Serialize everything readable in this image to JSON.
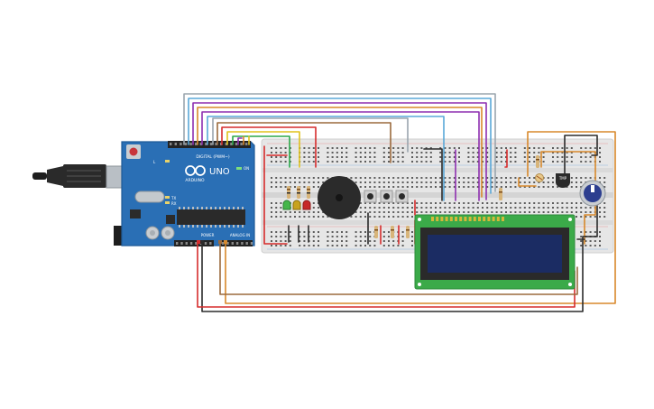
{
  "arduino": {
    "brand": "ARDUINO",
    "model": "UNO",
    "digital_header": "DIGITAL (PWM~)",
    "power_header": "POWER",
    "analog_header": "ANALOG IN",
    "on_label": "ON",
    "tx_label": "TX",
    "rx_label": "RX",
    "l_label": "L"
  },
  "sensor": {
    "label": "TMP"
  },
  "colors": {
    "board": "#2A6FB5",
    "breadboard": "#E9E9E9",
    "wire_red": "#D62C2C",
    "wire_black": "#2B2B2B",
    "wire_orange": "#D8892B",
    "wire_brown": "#9B6A3D",
    "wire_purple": "#8E2FB0",
    "wire_blue": "#5AA8D8",
    "wire_gray": "#9AA5AE",
    "wire_green": "#2BA84A",
    "wire_yellow": "#E0C21C",
    "lcd_pcb": "#3BAA49",
    "lcd_screen": "#1B2C63"
  }
}
